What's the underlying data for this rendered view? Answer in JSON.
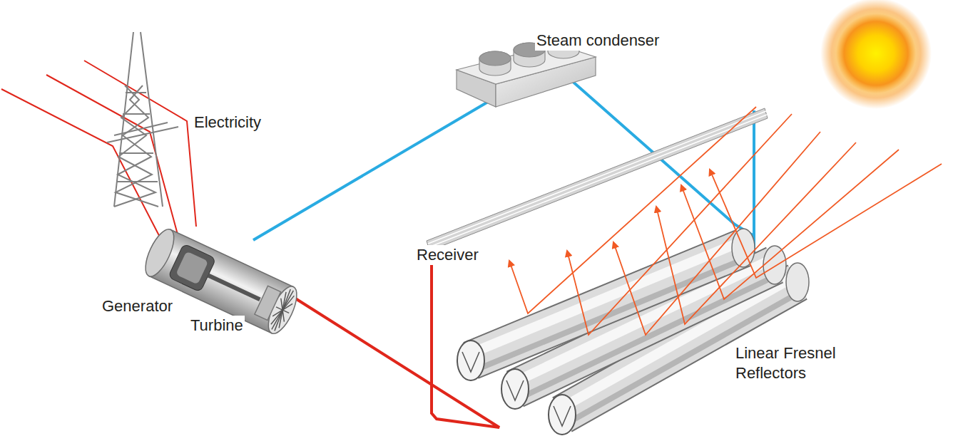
{
  "diagram": {
    "labels": [
      "Steam condenser",
      "Electricity",
      "Receiver",
      "Generator",
      "Turbine",
      "Linear Fresnel Reflectors"
    ]
  }
}
